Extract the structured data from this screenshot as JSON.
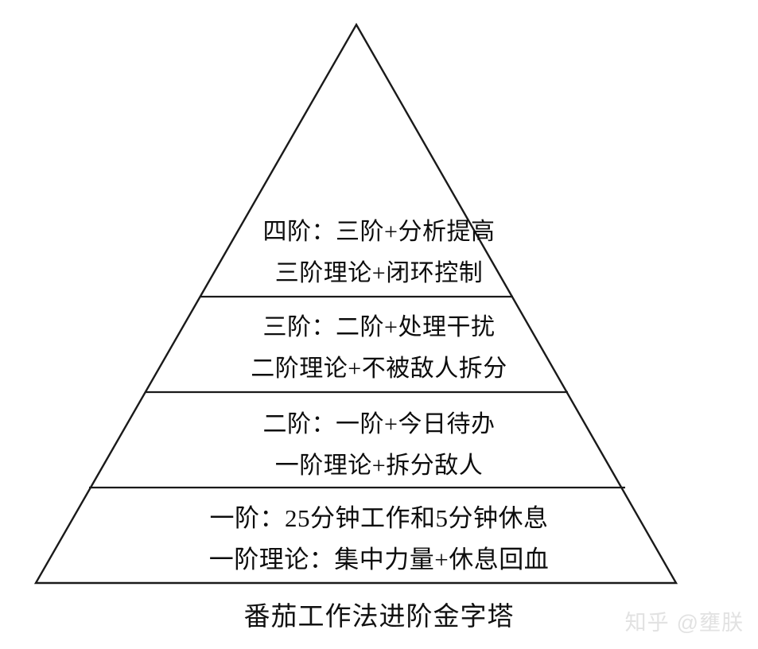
{
  "diagram": {
    "type": "pyramid",
    "title": "番茄工作法进阶金字塔",
    "background_color": "#ffffff",
    "stroke_color": "#1a1a1a",
    "text_color": "#0d0d0d",
    "levels": [
      {
        "index": 4,
        "name": "四阶",
        "line1": "四阶：三阶+分析提高",
        "line2": "三阶理论+闭环控制"
      },
      {
        "index": 3,
        "name": "三阶",
        "line1": "三阶：二阶+处理干扰",
        "line2": "二阶理论+不被敌人拆分"
      },
      {
        "index": 2,
        "name": "二阶",
        "line1": "二阶：一阶+今日待办",
        "line2": "一阶理论+拆分敌人"
      },
      {
        "index": 1,
        "name": "一阶",
        "line1": "一阶：25分钟工作和5分钟休息",
        "line2": "一阶理论：集中力量+休息回血"
      }
    ]
  },
  "caption": {
    "text": "番茄工作法进阶金字塔"
  },
  "watermark": {
    "brand": "知乎",
    "username": "@壅朕",
    "color": "#e2e2e2"
  }
}
